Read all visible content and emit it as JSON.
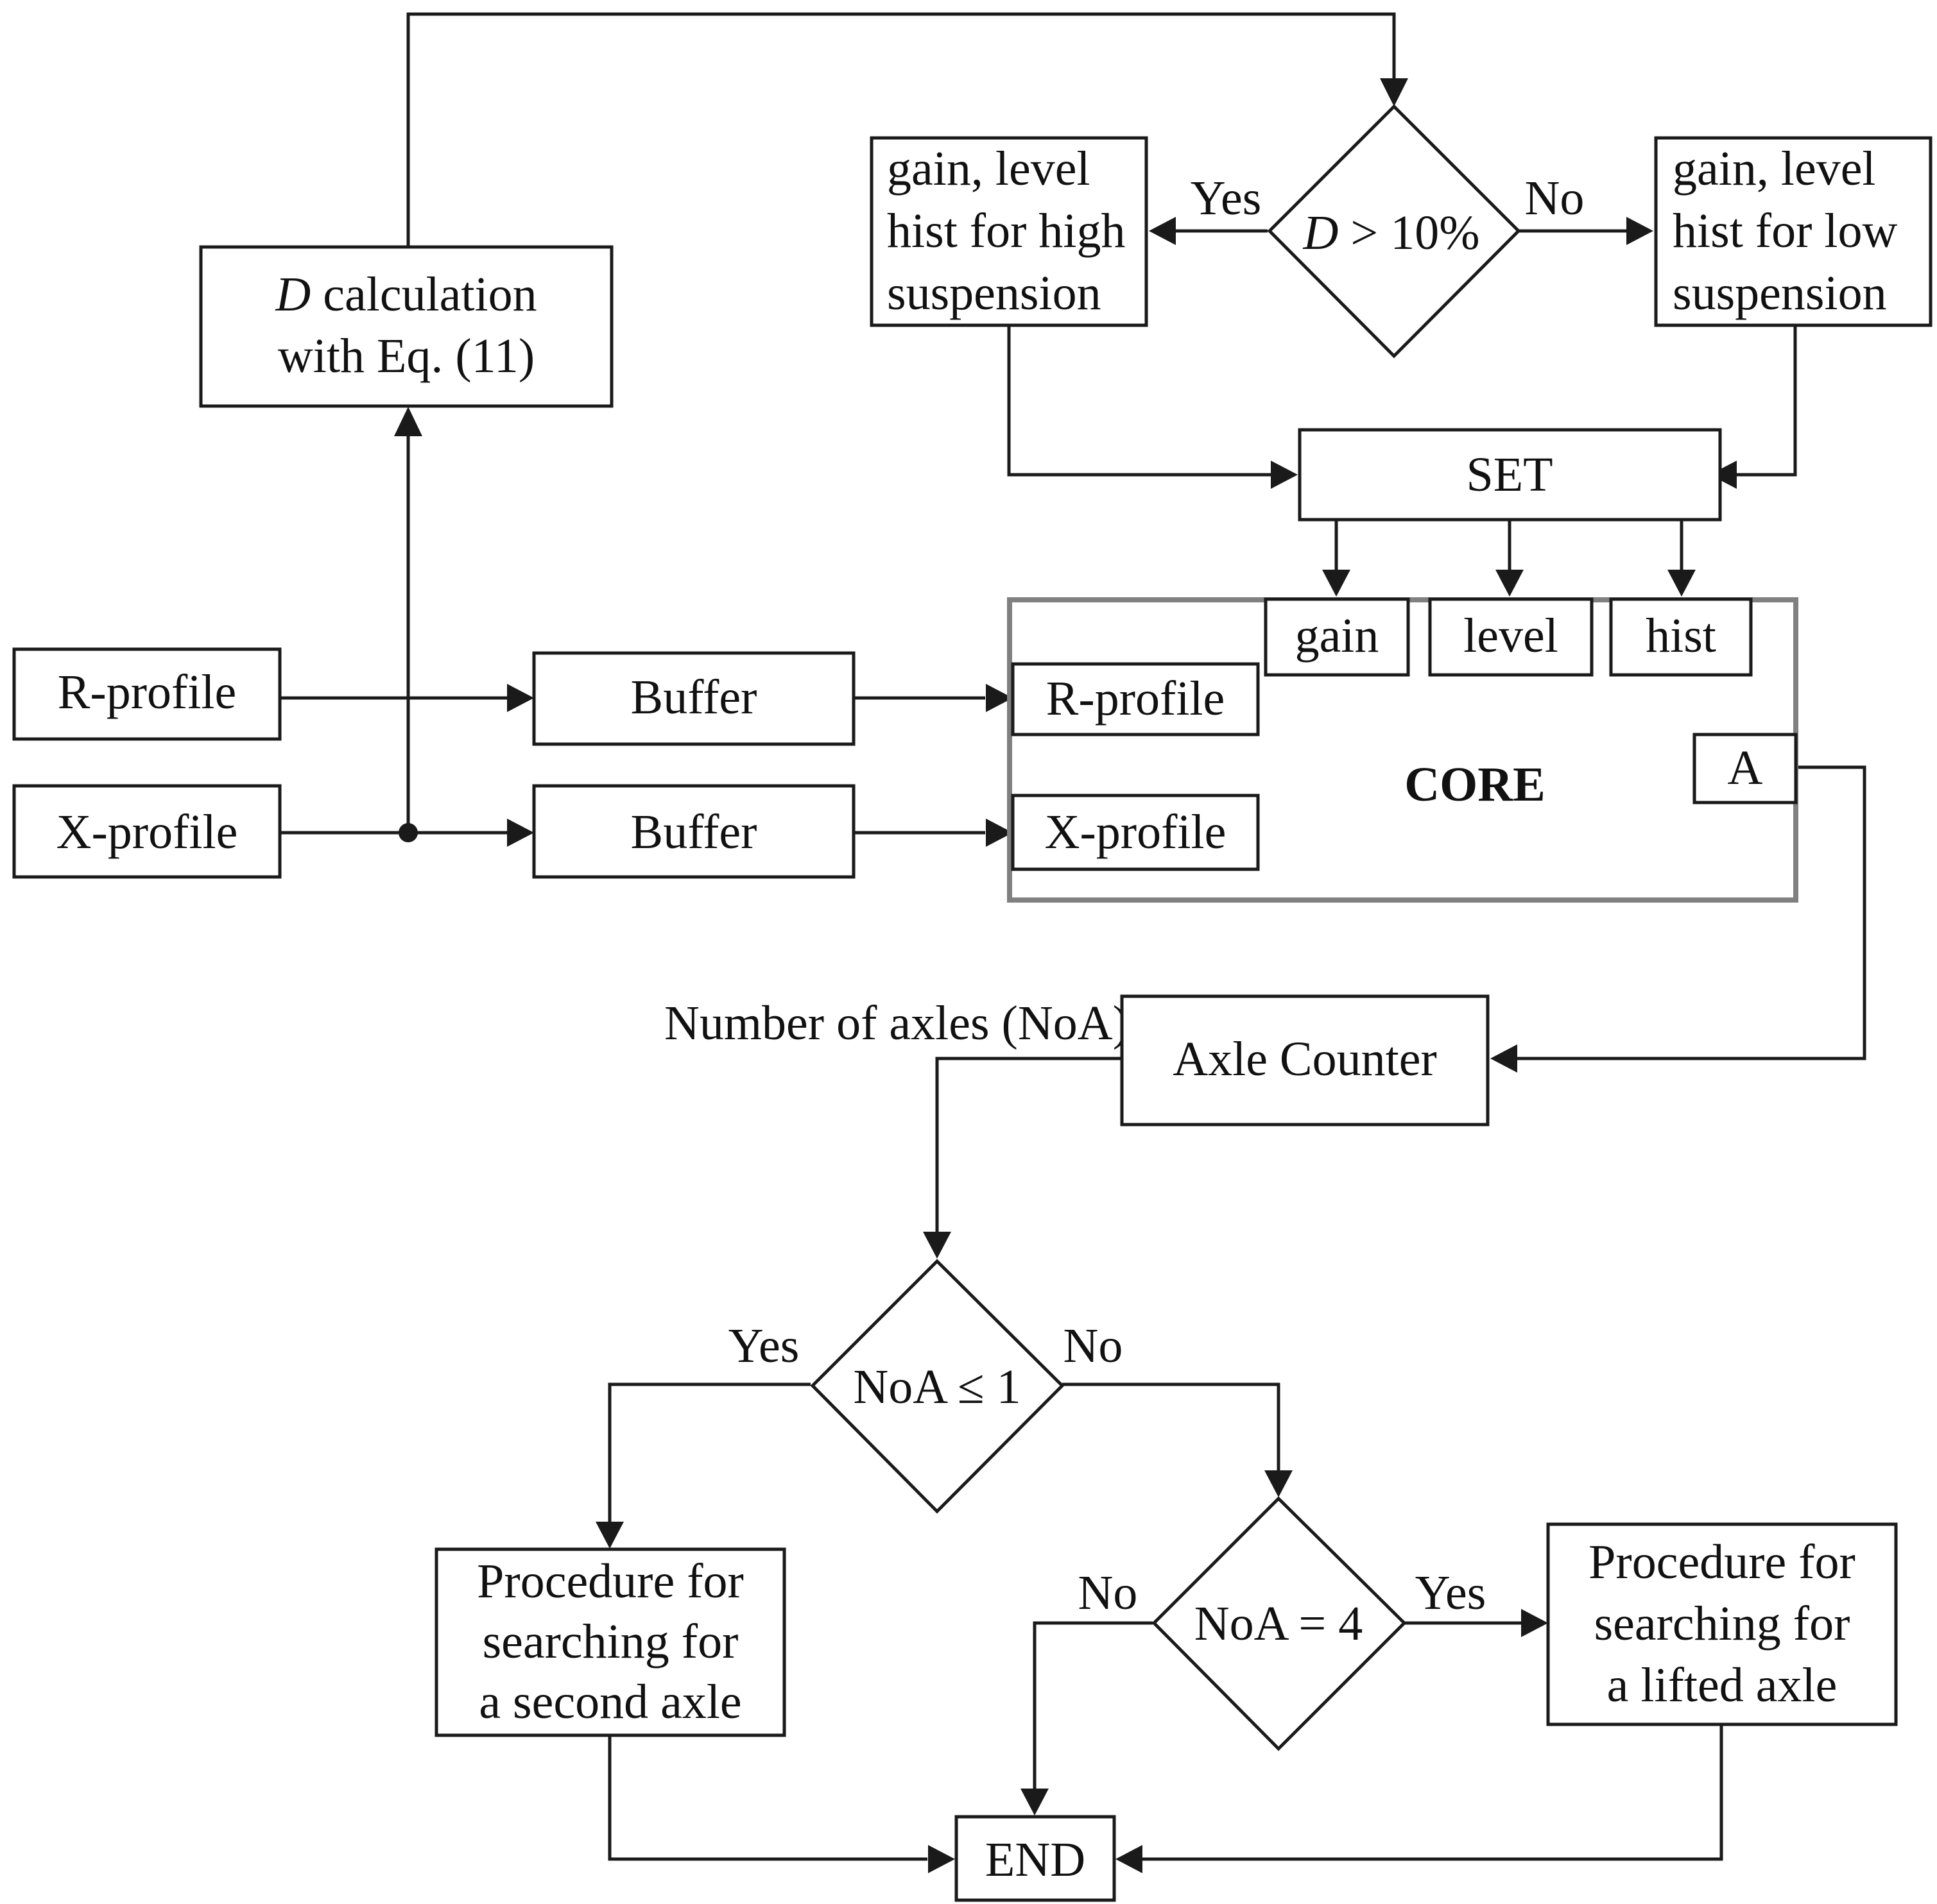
{
  "boxes": {
    "d_calc": {
      "line1": " calculation",
      "line1_italic": "D",
      "line2": "with Eq. (11)"
    },
    "high_susp": {
      "lines": [
        "gain, level",
        "hist for high",
        "suspension"
      ]
    },
    "low_susp": {
      "lines": [
        "gain, level",
        "hist for low",
        "suspension"
      ]
    },
    "set": "SET",
    "gain": "gain",
    "level": "level",
    "hist": "hist",
    "r_profile_in": "R-profile",
    "x_profile_in": "X-profile",
    "buffer_r": "Buffer",
    "buffer_x": "Buffer",
    "core_r_profile": "R-profile",
    "core_x_profile": "X-profile",
    "core": "CORE",
    "core_a": "A",
    "axle_counter": "Axle Counter",
    "proc_second": {
      "lines": [
        "Procedure for",
        "searching for",
        "a second axle"
      ]
    },
    "proc_lifted": {
      "lines": [
        "Procedure for",
        "searching for",
        "a lifted axle"
      ]
    },
    "end": "END"
  },
  "decisions": {
    "d_threshold": {
      "italic": "D",
      "rest": " > 10%"
    },
    "noa_le_1": "NoA ≤ 1",
    "noa_eq_4": "NoA = 4"
  },
  "labels": {
    "yes_top": "Yes",
    "no_top": "No",
    "noa_output": "Number of axles (NoA)",
    "yes_noa1": "Yes",
    "no_noa1": "No",
    "no_noa4": "No",
    "yes_noa4": "Yes"
  }
}
